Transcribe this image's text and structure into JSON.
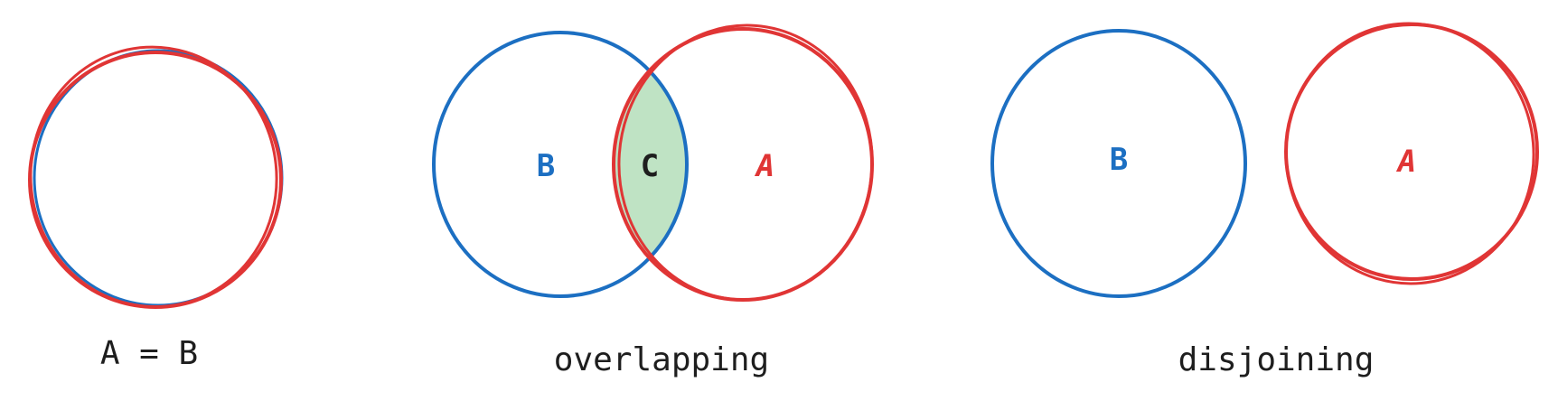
{
  "panels": {
    "equal": {
      "caption": "A = B"
    },
    "overlapping": {
      "label_b": "B",
      "label_c": "C",
      "label_a": "A",
      "caption": "overlapping"
    },
    "disjoining": {
      "label_b": "B",
      "label_a": "A",
      "caption": "disjoining"
    }
  },
  "colors": {
    "set_b": "#1c6fc2",
    "set_a": "#e03535",
    "intersection": "#bfe3c4",
    "text": "#1e1e1e"
  }
}
